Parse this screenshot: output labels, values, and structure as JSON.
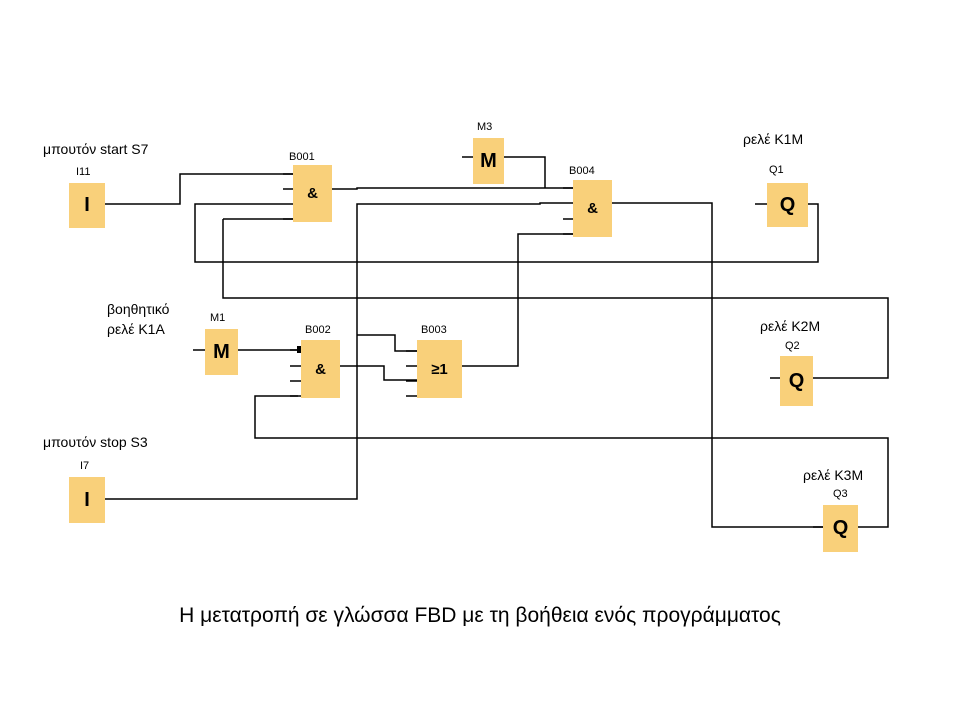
{
  "caption": "Η μετατροπή σε γλώσσα FBD με τη βοήθεια ενός προγράμματος",
  "blocks": {
    "i11": {
      "id": "I11",
      "symbol": "I",
      "desc": "μπουτόν start S7"
    },
    "i7": {
      "id": "I7",
      "symbol": "I",
      "desc": "μπουτόν stop S3"
    },
    "m1": {
      "id": "M1",
      "symbol": "M",
      "desc_line1": "βοηθητικό",
      "desc_line2": "ρελέ K1A"
    },
    "m3": {
      "id": "M3",
      "symbol": "M"
    },
    "b001": {
      "id": "B001",
      "symbol": "&"
    },
    "b002": {
      "id": "B002",
      "symbol": "&"
    },
    "b003": {
      "id": "B003",
      "symbol": "≥1"
    },
    "b004": {
      "id": "B004",
      "symbol": "&"
    },
    "q1": {
      "id": "Q1",
      "symbol": "Q",
      "desc": "ρελέ K1M"
    },
    "q2": {
      "id": "Q2",
      "symbol": "Q",
      "desc": "ρελέ K2M"
    },
    "q3": {
      "id": "Q3",
      "symbol": "Q",
      "desc": "ρελέ K3M"
    }
  },
  "colors": {
    "block_fill": "#f9d07a",
    "wire": "#000000",
    "background": "#ffffff"
  }
}
